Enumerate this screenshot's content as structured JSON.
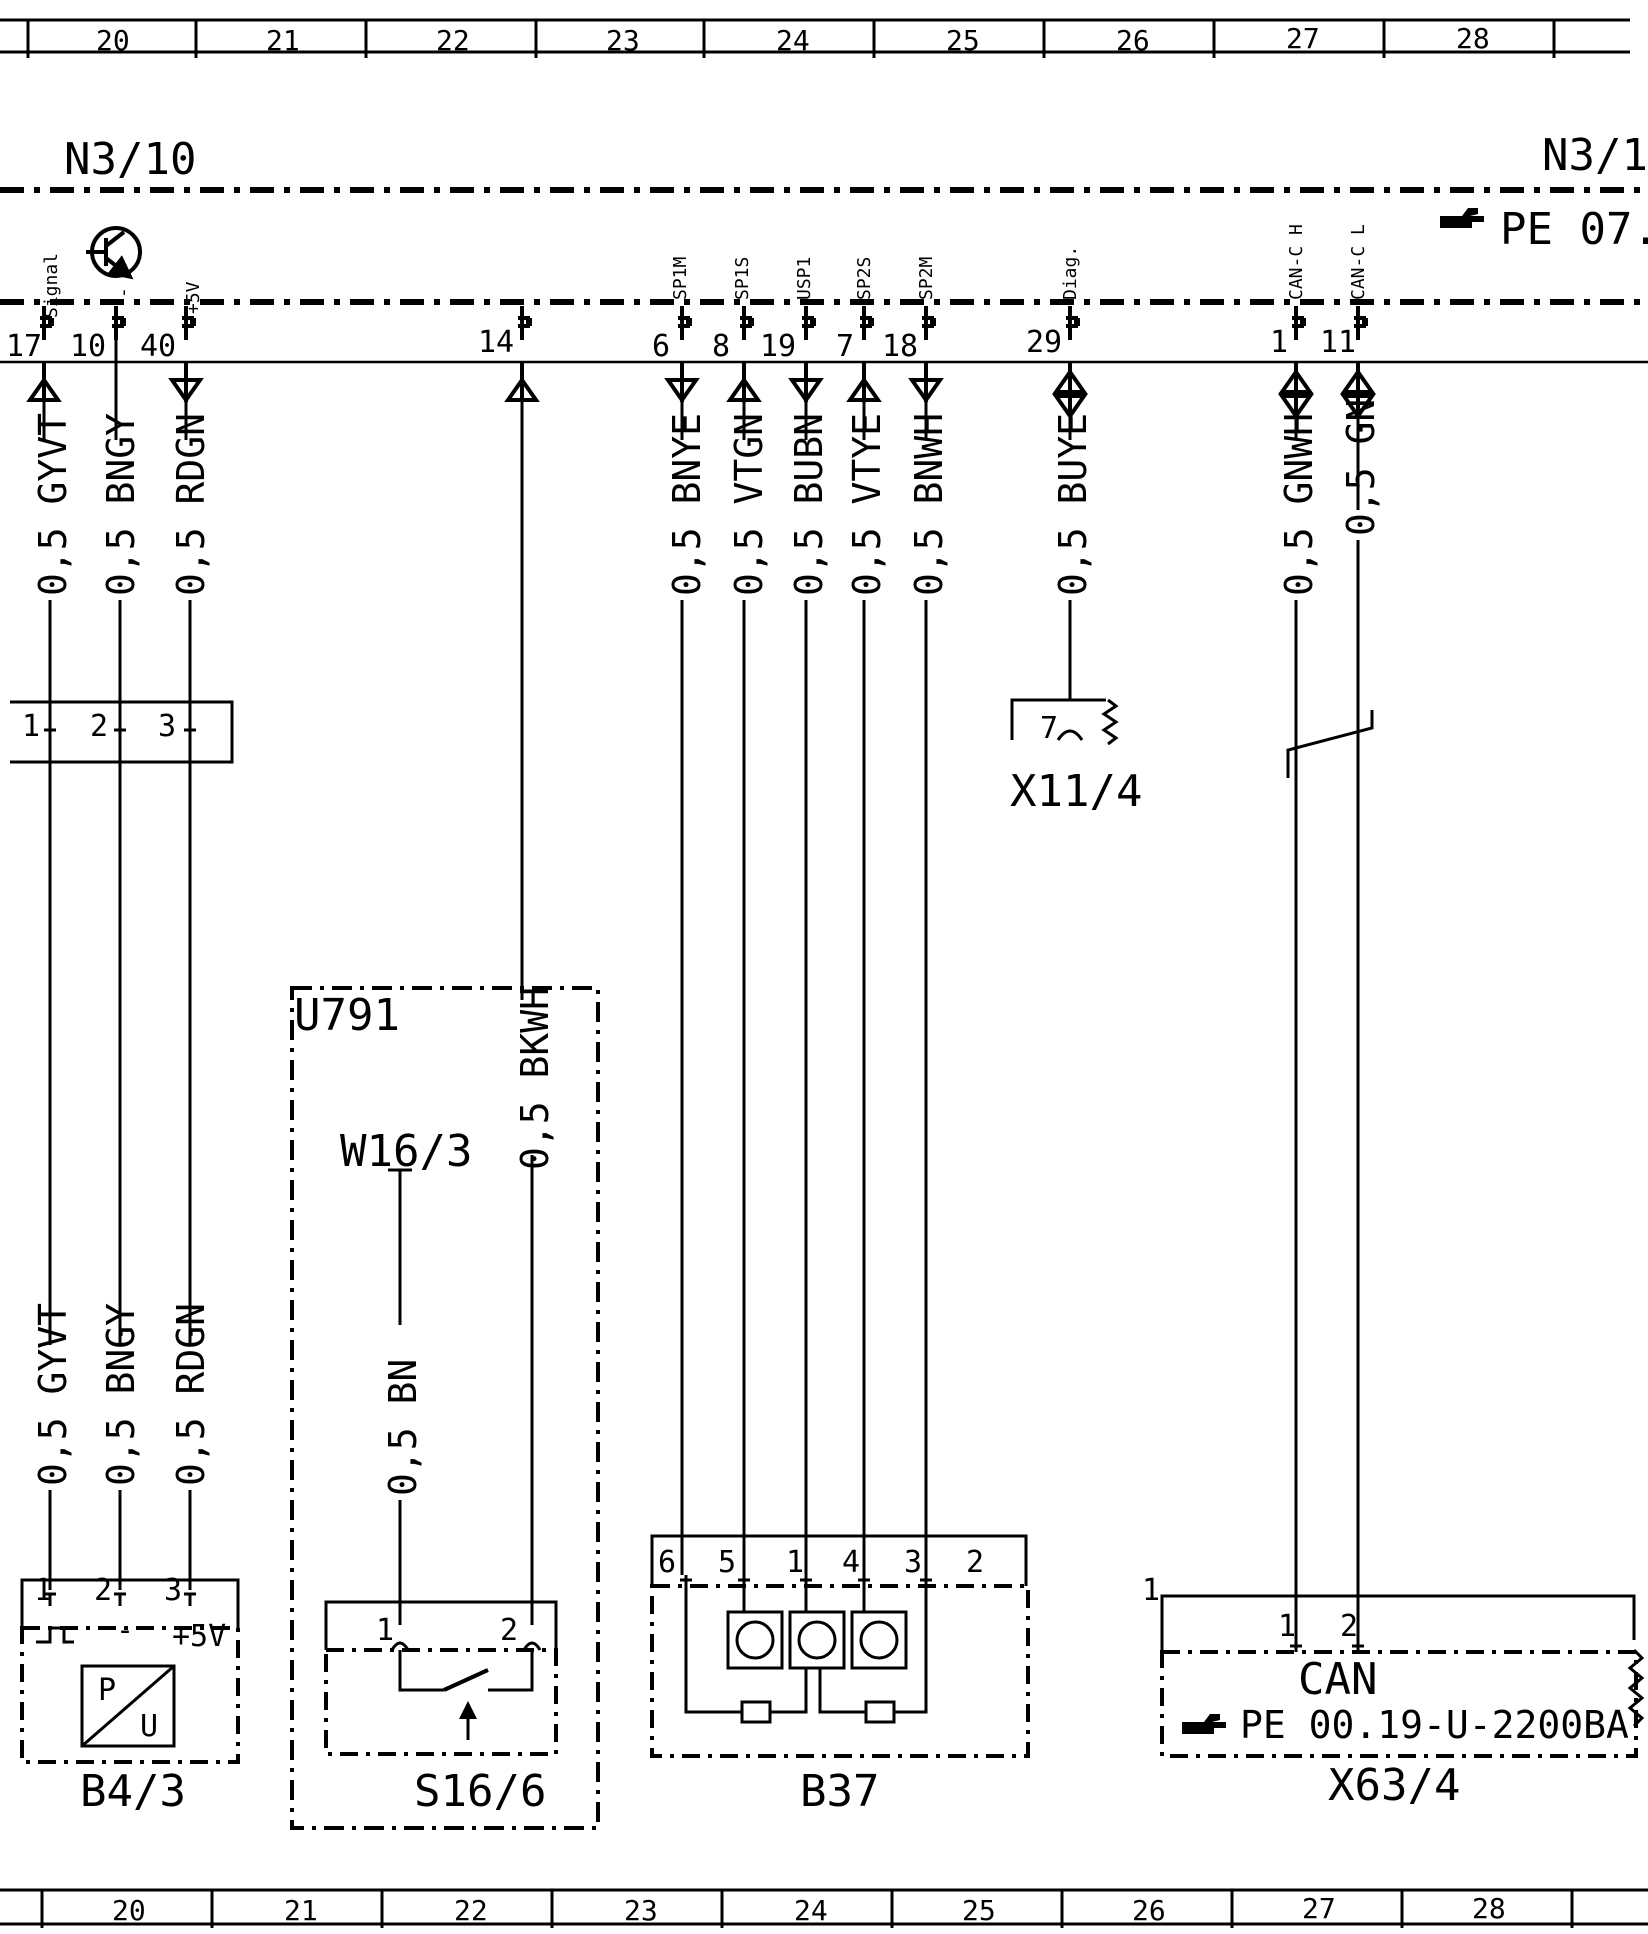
{
  "ruler": {
    "top": [
      "20",
      "21",
      "22",
      "23",
      "24",
      "25",
      "26",
      "27",
      "28"
    ],
    "bottom": [
      "20",
      "21",
      "22",
      "23",
      "24",
      "25",
      "26",
      "27",
      "28"
    ]
  },
  "modules": {
    "left": "N3/10",
    "right": "N3/1",
    "right_ref": "PE 07.(",
    "housing": "U791"
  },
  "ecu_pins": [
    {
      "num": "17",
      "label": "Signal"
    },
    {
      "num": "10",
      "label": "-"
    },
    {
      "num": "40",
      "label": "+5V"
    },
    {
      "num": "14",
      "label": ""
    },
    {
      "num": "6",
      "label": "SP1M"
    },
    {
      "num": "8",
      "label": "SP1S"
    },
    {
      "num": "19",
      "label": "USP1"
    },
    {
      "num": "7",
      "label": "SP2S"
    },
    {
      "num": "18",
      "label": "SP2M"
    },
    {
      "num": "29",
      "label": "Diag."
    },
    {
      "num": "1",
      "label": "CAN-C H"
    },
    {
      "num": "11",
      "label": "CAN-C L"
    }
  ],
  "wires": {
    "w1": "0,5  GYVT",
    "w2": "0,5  BNGY",
    "w3": "0,5  RDGN",
    "w4": "0,5  BKWH",
    "w5": "0,5  BNYE",
    "w6": "0,5  VTGN",
    "w7": "0,5  BUBN",
    "w8": "0,5  VTYE",
    "w9": "0,5  BNWH",
    "w10": "0,5  BUYE",
    "w11": "0,5  GNWH",
    "w12": "0,5  GN",
    "w13": "0,5  GYVT",
    "w14": "0,5  BNGY",
    "w15": "0,5  RDGN",
    "w16": "0,5  BN"
  },
  "connector_mid": {
    "pins": [
      "1",
      "2",
      "3"
    ]
  },
  "x11": {
    "name": "X11/4",
    "pin": "7"
  },
  "w16_3": "W16/3",
  "b4_3": {
    "name": "B4/3",
    "pins": [
      "1",
      "2",
      "3"
    ],
    "minus": "-",
    "plus": "+5V",
    "p": "P",
    "u": "U"
  },
  "s16_6": {
    "name": "S16/6",
    "pins": [
      "1",
      "2"
    ]
  },
  "b37": {
    "name": "B37",
    "pins": [
      "6",
      "5",
      "1",
      "4",
      "3",
      "2"
    ]
  },
  "x63_4": {
    "name": "X63/4",
    "housing_pin": "1",
    "pins": [
      "1",
      "2"
    ],
    "bus": "CAN",
    "ref": "PE  00.19-U-2200BA"
  }
}
